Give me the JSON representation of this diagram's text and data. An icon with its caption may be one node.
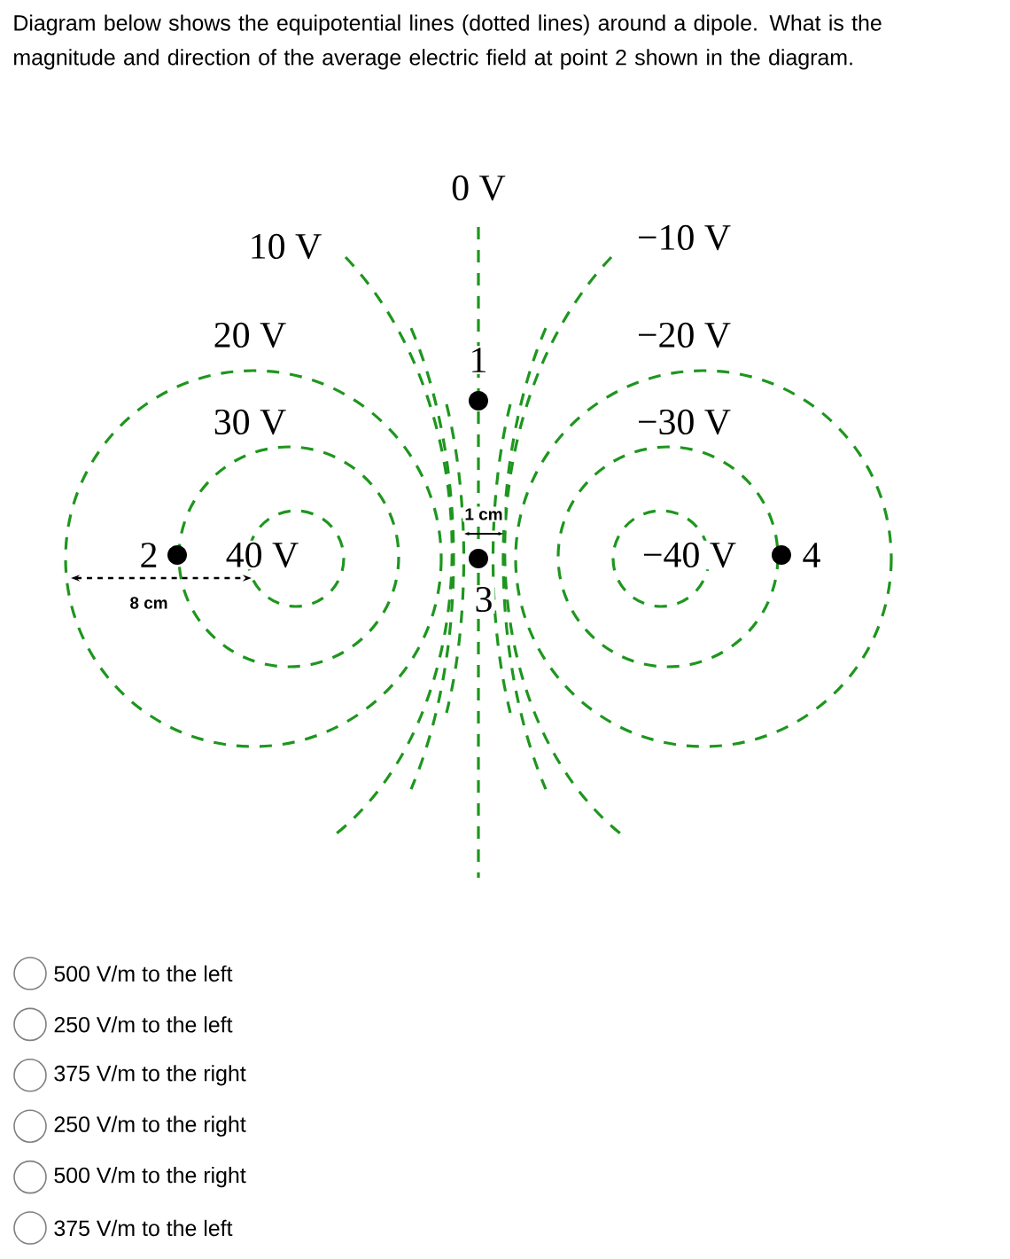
{
  "diagram": {
    "title": "Diagram below shows the equipotential lines (dotted lines) around a dipole. What is the magnitude and direction of the average electric field at point 2 shown in the diagram.",
    "labels": [
      "0 V",
      "10 V",
      "−10 V",
      "20 V",
      "1",
      "−20 V",
      "30 V",
      "−30 V",
      "1 cm",
      "2",
      "40 V",
      "−40 V",
      "4",
      "8 cm",
      "3",
      "500 V/m to the left",
      "250 V/m to the left",
      "375 V/m to the right",
      "250 V/m to the right",
      "500 V/m to the right",
      "375 V/m to the left"
    ]
  }
}
